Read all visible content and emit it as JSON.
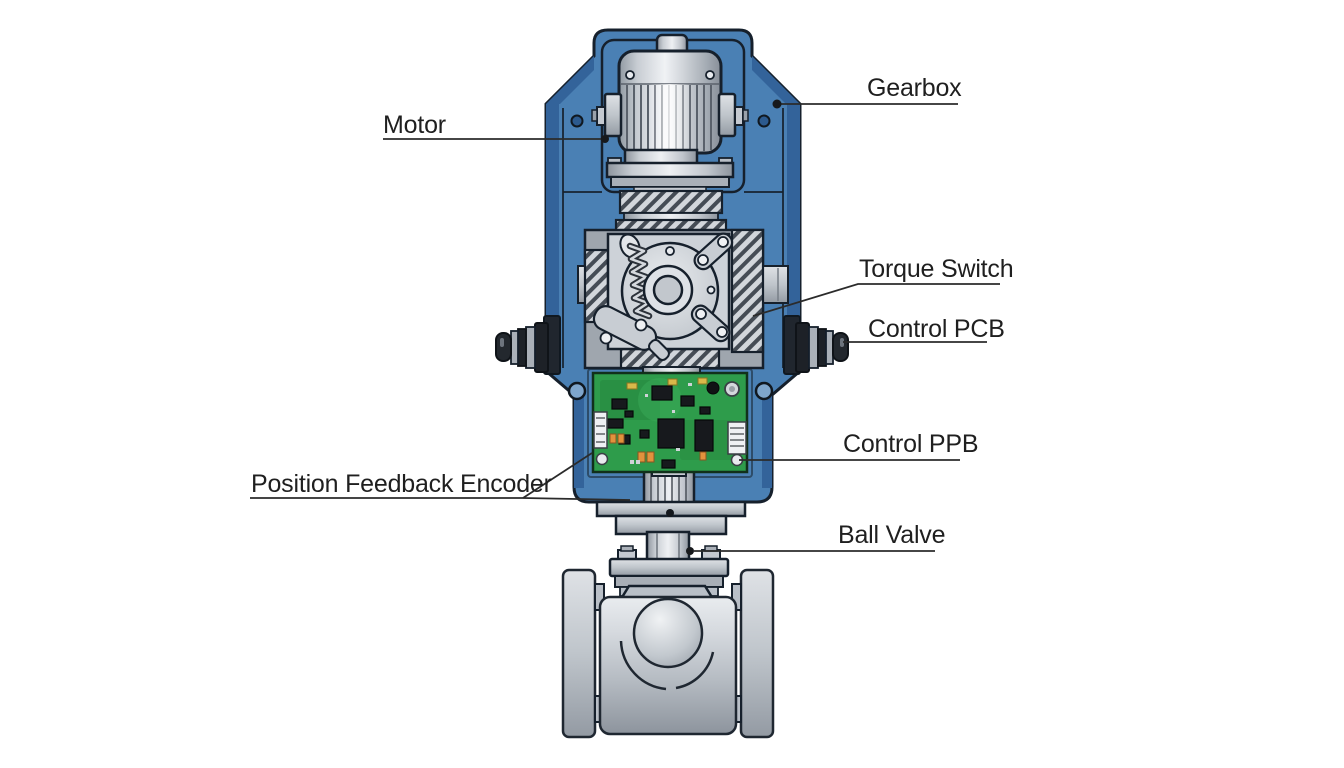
{
  "diagram": {
    "labels": {
      "motor": "Motor",
      "gearbox": "Gearbox",
      "torque_switch": "Torque Switch",
      "control_pcb": "Control PCB",
      "control_ppb": "Control PPB",
      "position_feedback_encoder": "Position Feedback Encoder",
      "ball_valve": "Ball Valve"
    },
    "colors": {
      "background": "#ffffff",
      "housing_blue": "#4a80b4",
      "housing_blue_dark": "#33639a",
      "outline": "#16202c",
      "metal_light": "#e8ebee",
      "metal_mid": "#aeb4bc",
      "metal_dark": "#8d949d",
      "pcb_green": "#2e9c4b",
      "component_black": "#17191d",
      "capacitor_orange": "#e2923d",
      "leader_line": "#2b2b2b",
      "label_text": "#1f1f1f"
    }
  }
}
